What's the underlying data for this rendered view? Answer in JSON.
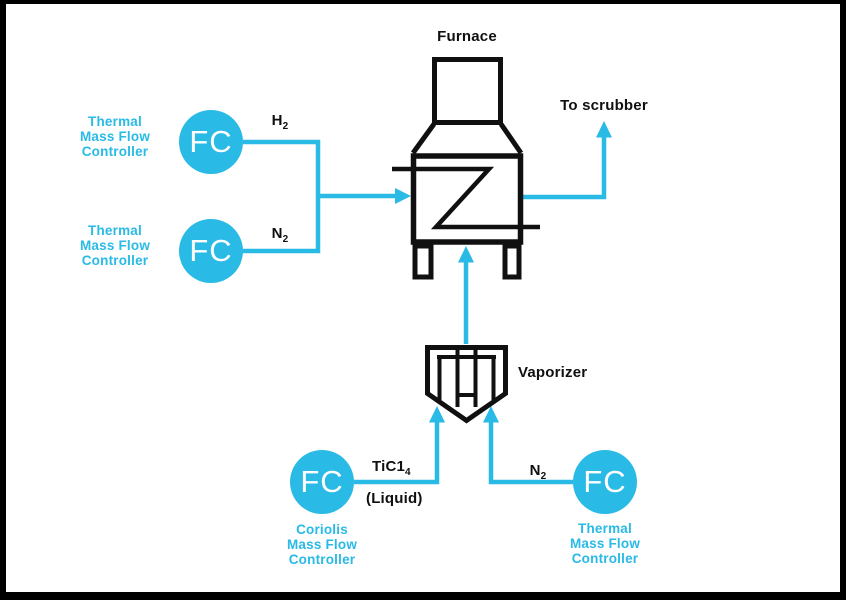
{
  "colors": {
    "accent": "#29bae6",
    "line": "#101010",
    "background": "#ffffff",
    "frame": "#000000"
  },
  "furnace": {
    "label": "Furnace"
  },
  "scrubber": {
    "label": "To scrubber"
  },
  "vaporizer": {
    "label": "Vaporizer"
  },
  "streams": {
    "h2": {
      "main": "H",
      "sub": "2"
    },
    "n2_top": {
      "main": "N",
      "sub": "2"
    },
    "ticl4": {
      "main": "TiC1",
      "sub": "4",
      "note": "(Liquid)"
    },
    "n2_bottom": {
      "main": "N",
      "sub": "2"
    }
  },
  "controllers": {
    "fc_h2": {
      "symbol": "FC",
      "label": "Thermal\nMass Flow\nController"
    },
    "fc_n2_top": {
      "symbol": "FC",
      "label": "Thermal\nMass Flow\nController"
    },
    "fc_ticl4": {
      "symbol": "FC",
      "label": "Coriolis\nMass Flow\nController"
    },
    "fc_n2_bottom": {
      "symbol": "FC",
      "label": "Thermal\nMass Flow\nController"
    }
  }
}
